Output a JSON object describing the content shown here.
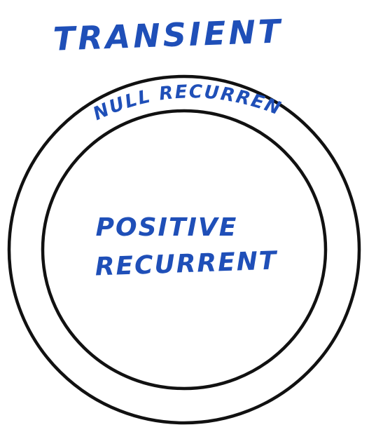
{
  "labels": {
    "outer_region": "TRANSIENT",
    "middle_region": "NULL RECURRENT",
    "inner_region_line1": "POSITIVE",
    "inner_region_line2": "RECURRENT"
  },
  "colors": {
    "ink": "#1f4fb8",
    "ring": "#111111",
    "background": "#ffffff"
  }
}
